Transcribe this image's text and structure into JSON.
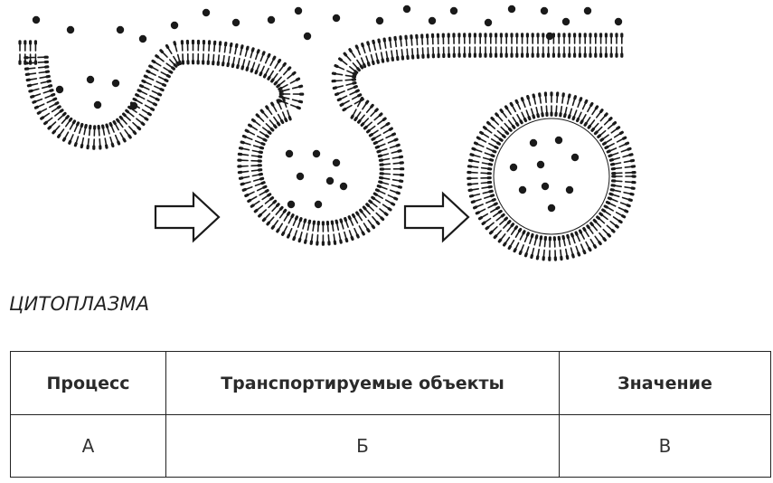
{
  "caption": "ЦИТОПЛАЗМА",
  "table": {
    "headers": [
      "Процесс",
      "Транспортируемые объекты",
      "Значение"
    ],
    "row": [
      "А",
      "Б",
      "В"
    ]
  },
  "colors": {
    "ink": "#1a1a1a",
    "border": "#222222"
  }
}
